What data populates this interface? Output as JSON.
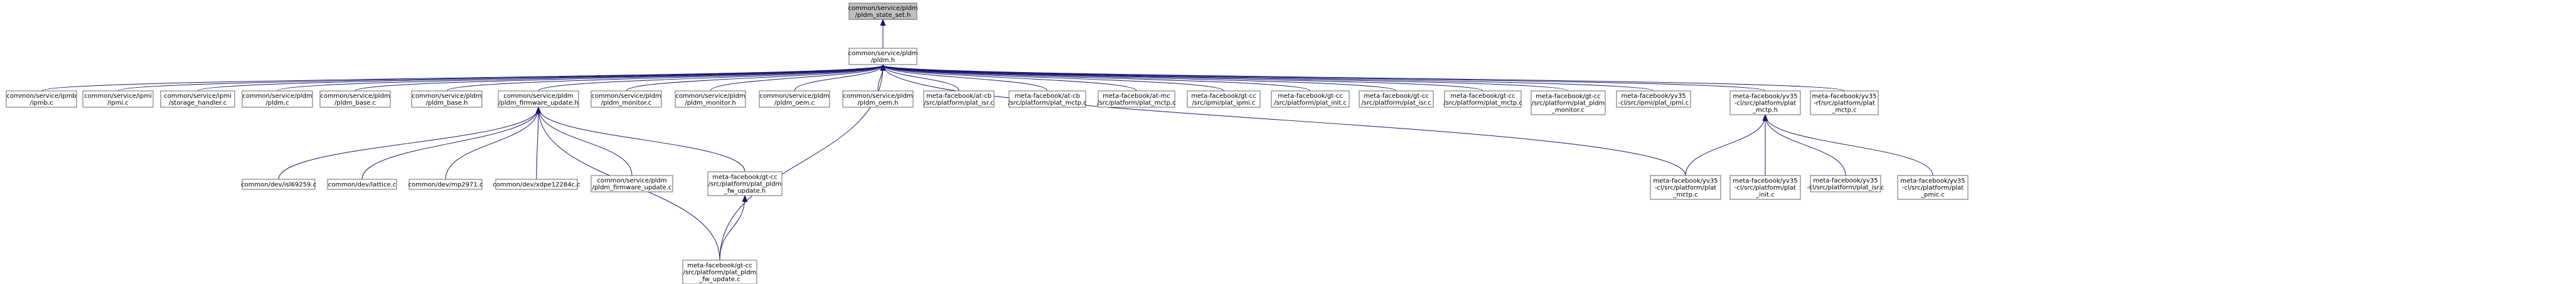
{
  "graph": {
    "colors": {
      "edge": "#191970",
      "node_border": "#666666",
      "root_fill": "#bfbfbf",
      "node_fill": "#ffffff"
    },
    "nodes": [
      {
        "id": "n0",
        "lines": [
          "common/service/pldm",
          "/pldm_state_set.h"
        ],
        "root": true
      },
      {
        "id": "n1",
        "lines": [
          "common/service/pldm",
          "/pldm.h"
        ]
      },
      {
        "id": "n2",
        "lines": [
          "common/service/ipmb",
          "/ipmb.c"
        ]
      },
      {
        "id": "n3",
        "lines": [
          "common/service/ipmi",
          "/ipmi.c"
        ]
      },
      {
        "id": "n4",
        "lines": [
          "common/service/ipmi",
          "/storage_handler.c"
        ]
      },
      {
        "id": "n5",
        "lines": [
          "common/service/pldm",
          "/pldm.c"
        ]
      },
      {
        "id": "n6",
        "lines": [
          "common/service/pldm",
          "/pldm_base.c"
        ]
      },
      {
        "id": "n7",
        "lines": [
          "common/service/pldm",
          "/pldm_base.h"
        ]
      },
      {
        "id": "n8",
        "lines": [
          "common/service/pldm",
          "/pldm_firmware_update.h"
        ]
      },
      {
        "id": "n9",
        "lines": [
          "common/service/pldm",
          "/pldm_monitor.c"
        ]
      },
      {
        "id": "n10",
        "lines": [
          "common/service/pldm",
          "/pldm_monitor.h"
        ]
      },
      {
        "id": "n11",
        "lines": [
          "common/service/pldm",
          "/pldm_oem.c"
        ]
      },
      {
        "id": "n12",
        "lines": [
          "common/service/pldm",
          "/pldm_oem.h"
        ]
      },
      {
        "id": "n13",
        "lines": [
          "meta-facebook/at-cb",
          "/src/platform/plat_isr.c"
        ]
      },
      {
        "id": "n14",
        "lines": [
          "meta-facebook/at-cb",
          "/src/platform/plat_mctp.c"
        ]
      },
      {
        "id": "n15",
        "lines": [
          "meta-facebook/at-mc",
          "/src/platform/plat_mctp.c"
        ]
      },
      {
        "id": "n16",
        "lines": [
          "meta-facebook/gt-cc",
          "/src/ipmi/plat_ipmi.c"
        ]
      },
      {
        "id": "n17",
        "lines": [
          "meta-facebook/gt-cc",
          "/src/platform/plat_init.c"
        ]
      },
      {
        "id": "n18",
        "lines": [
          "meta-facebook/gt-cc",
          "/src/platform/plat_isr.c"
        ]
      },
      {
        "id": "n19",
        "lines": [
          "meta-facebook/gt-cc",
          "/src/platform/plat_mctp.c"
        ]
      },
      {
        "id": "n20",
        "lines": [
          "meta-facebook/gt-cc",
          "/src/platform/plat_pldm",
          "_monitor.c"
        ]
      },
      {
        "id": "n21",
        "lines": [
          "meta-facebook/yv35",
          "-cl/src/ipmi/plat_ipmi.c"
        ]
      },
      {
        "id": "n22",
        "lines": [
          "meta-facebook/yv35",
          "-cl/src/platform/plat",
          "_mctp.h"
        ]
      },
      {
        "id": "n23",
        "lines": [
          "meta-facebook/yv35",
          "-rf/src/platform/plat",
          "_mctp.c"
        ]
      },
      {
        "id": "n24",
        "lines": [
          "common/dev/isl69259.c"
        ]
      },
      {
        "id": "n25",
        "lines": [
          "common/dev/lattice.c"
        ]
      },
      {
        "id": "n26",
        "lines": [
          "common/dev/mp2971.c"
        ]
      },
      {
        "id": "n27",
        "lines": [
          "common/dev/xdpe12284c.c"
        ]
      },
      {
        "id": "n28",
        "lines": [
          "common/service/pldm",
          "/pldm_firmware_update.c"
        ]
      },
      {
        "id": "n29",
        "lines": [
          "meta-facebook/gt-cc",
          "/src/platform/plat_pldm",
          "_fw_update.h"
        ]
      },
      {
        "id": "n30",
        "lines": [
          "meta-facebook/yv35",
          "-cl/src/platform/plat",
          "_mctp.c"
        ]
      },
      {
        "id": "n31",
        "lines": [
          "meta-facebook/yv35",
          "-cl/src/platform/plat",
          "_init.c"
        ]
      },
      {
        "id": "n32",
        "lines": [
          "meta-facebook/yv35",
          "-cl/src/platform/plat_isr.c"
        ]
      },
      {
        "id": "n33",
        "lines": [
          "meta-facebook/yv35",
          "-cl/src/platform/plat",
          "_pmic.c"
        ]
      },
      {
        "id": "n34",
        "lines": [
          "meta-facebook/gt-cc",
          "/src/platform/plat_pldm",
          "_fw_update.c"
        ]
      }
    ],
    "edges": [
      [
        "n1",
        "n0"
      ],
      [
        "n2",
        "n1"
      ],
      [
        "n3",
        "n1"
      ],
      [
        "n4",
        "n1"
      ],
      [
        "n5",
        "n1"
      ],
      [
        "n6",
        "n1"
      ],
      [
        "n7",
        "n1"
      ],
      [
        "n8",
        "n1"
      ],
      [
        "n9",
        "n1"
      ],
      [
        "n10",
        "n1"
      ],
      [
        "n11",
        "n1"
      ],
      [
        "n12",
        "n1"
      ],
      [
        "n13",
        "n1"
      ],
      [
        "n14",
        "n1"
      ],
      [
        "n15",
        "n1"
      ],
      [
        "n16",
        "n1"
      ],
      [
        "n17",
        "n1"
      ],
      [
        "n18",
        "n1"
      ],
      [
        "n19",
        "n1"
      ],
      [
        "n20",
        "n1"
      ],
      [
        "n21",
        "n1"
      ],
      [
        "n22",
        "n1"
      ],
      [
        "n23",
        "n1"
      ],
      [
        "n30",
        "n1"
      ],
      [
        "n34",
        "n1"
      ],
      [
        "n24",
        "n8"
      ],
      [
        "n25",
        "n8"
      ],
      [
        "n26",
        "n8"
      ],
      [
        "n27",
        "n8"
      ],
      [
        "n28",
        "n8"
      ],
      [
        "n29",
        "n8"
      ],
      [
        "n34",
        "n8"
      ],
      [
        "n34",
        "n29"
      ],
      [
        "n30",
        "n22"
      ],
      [
        "n31",
        "n22"
      ],
      [
        "n32",
        "n22"
      ],
      [
        "n33",
        "n22"
      ]
    ]
  }
}
